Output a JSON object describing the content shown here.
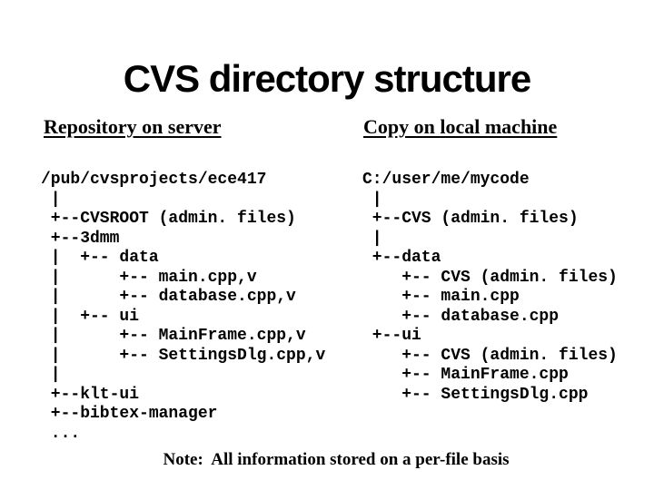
{
  "colors": {
    "background": "#ffffff",
    "text": "#000000"
  },
  "slide": {
    "title": "CVS directory structure",
    "columns": [
      {
        "heading": "Repository on server",
        "tree": [
          "/pub/cvsprojects/ece417",
          " |",
          " +--CVSROOT (admin. files)",
          " +--3dmm",
          " |  +-- data",
          " |      +-- main.cpp,v",
          " |      +-- database.cpp,v",
          " |  +-- ui",
          " |      +-- MainFrame.cpp,v",
          " |      +-- SettingsDlg.cpp,v",
          " |",
          " +--klt-ui",
          " +--bibtex-manager",
          " ..."
        ]
      },
      {
        "heading": "Copy on local machine",
        "tree": [
          "C:/user/me/mycode",
          " |",
          " +--CVS (admin. files)",
          " |",
          " +--data",
          "    +-- CVS (admin. files)",
          "    +-- main.cpp",
          "    +-- database.cpp",
          " +--ui",
          "    +-- CVS (admin. files)",
          "    +-- MainFrame.cpp",
          "    +-- SettingsDlg.cpp"
        ]
      }
    ],
    "note": "Note:  All information stored on a per-file basis"
  }
}
